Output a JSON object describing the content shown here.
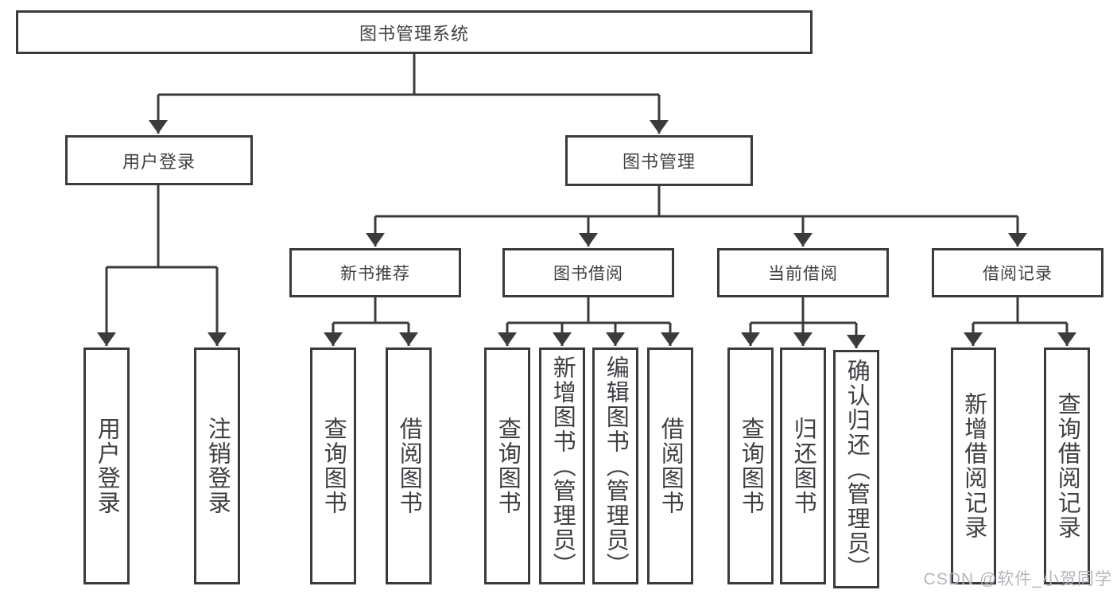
{
  "diagram": {
    "root": {
      "label": "图书管理系统"
    },
    "level2": [
      {
        "label": "用户登录"
      },
      {
        "label": "图书管理"
      }
    ],
    "level3": [
      {
        "label": "新书推荐"
      },
      {
        "label": "图书借阅"
      },
      {
        "label": "当前借阅"
      },
      {
        "label": "借阅记录"
      }
    ],
    "leaves": {
      "login": [
        "用户登录",
        "注销登录"
      ],
      "recommend": [
        "查询图书",
        "借阅图书"
      ],
      "borrow": [
        "查询图书",
        "新增图书（管理员）",
        "编辑图书（管理员）",
        "借阅图书"
      ],
      "current": [
        "查询图书",
        "归还图书",
        "确认归还（管理员）"
      ],
      "records": [
        "新增借阅记录",
        "查询借阅记录"
      ]
    },
    "line_color": "#3b3b3c"
  },
  "watermark": {
    "text": "CSDN @软件_小贺同学"
  }
}
